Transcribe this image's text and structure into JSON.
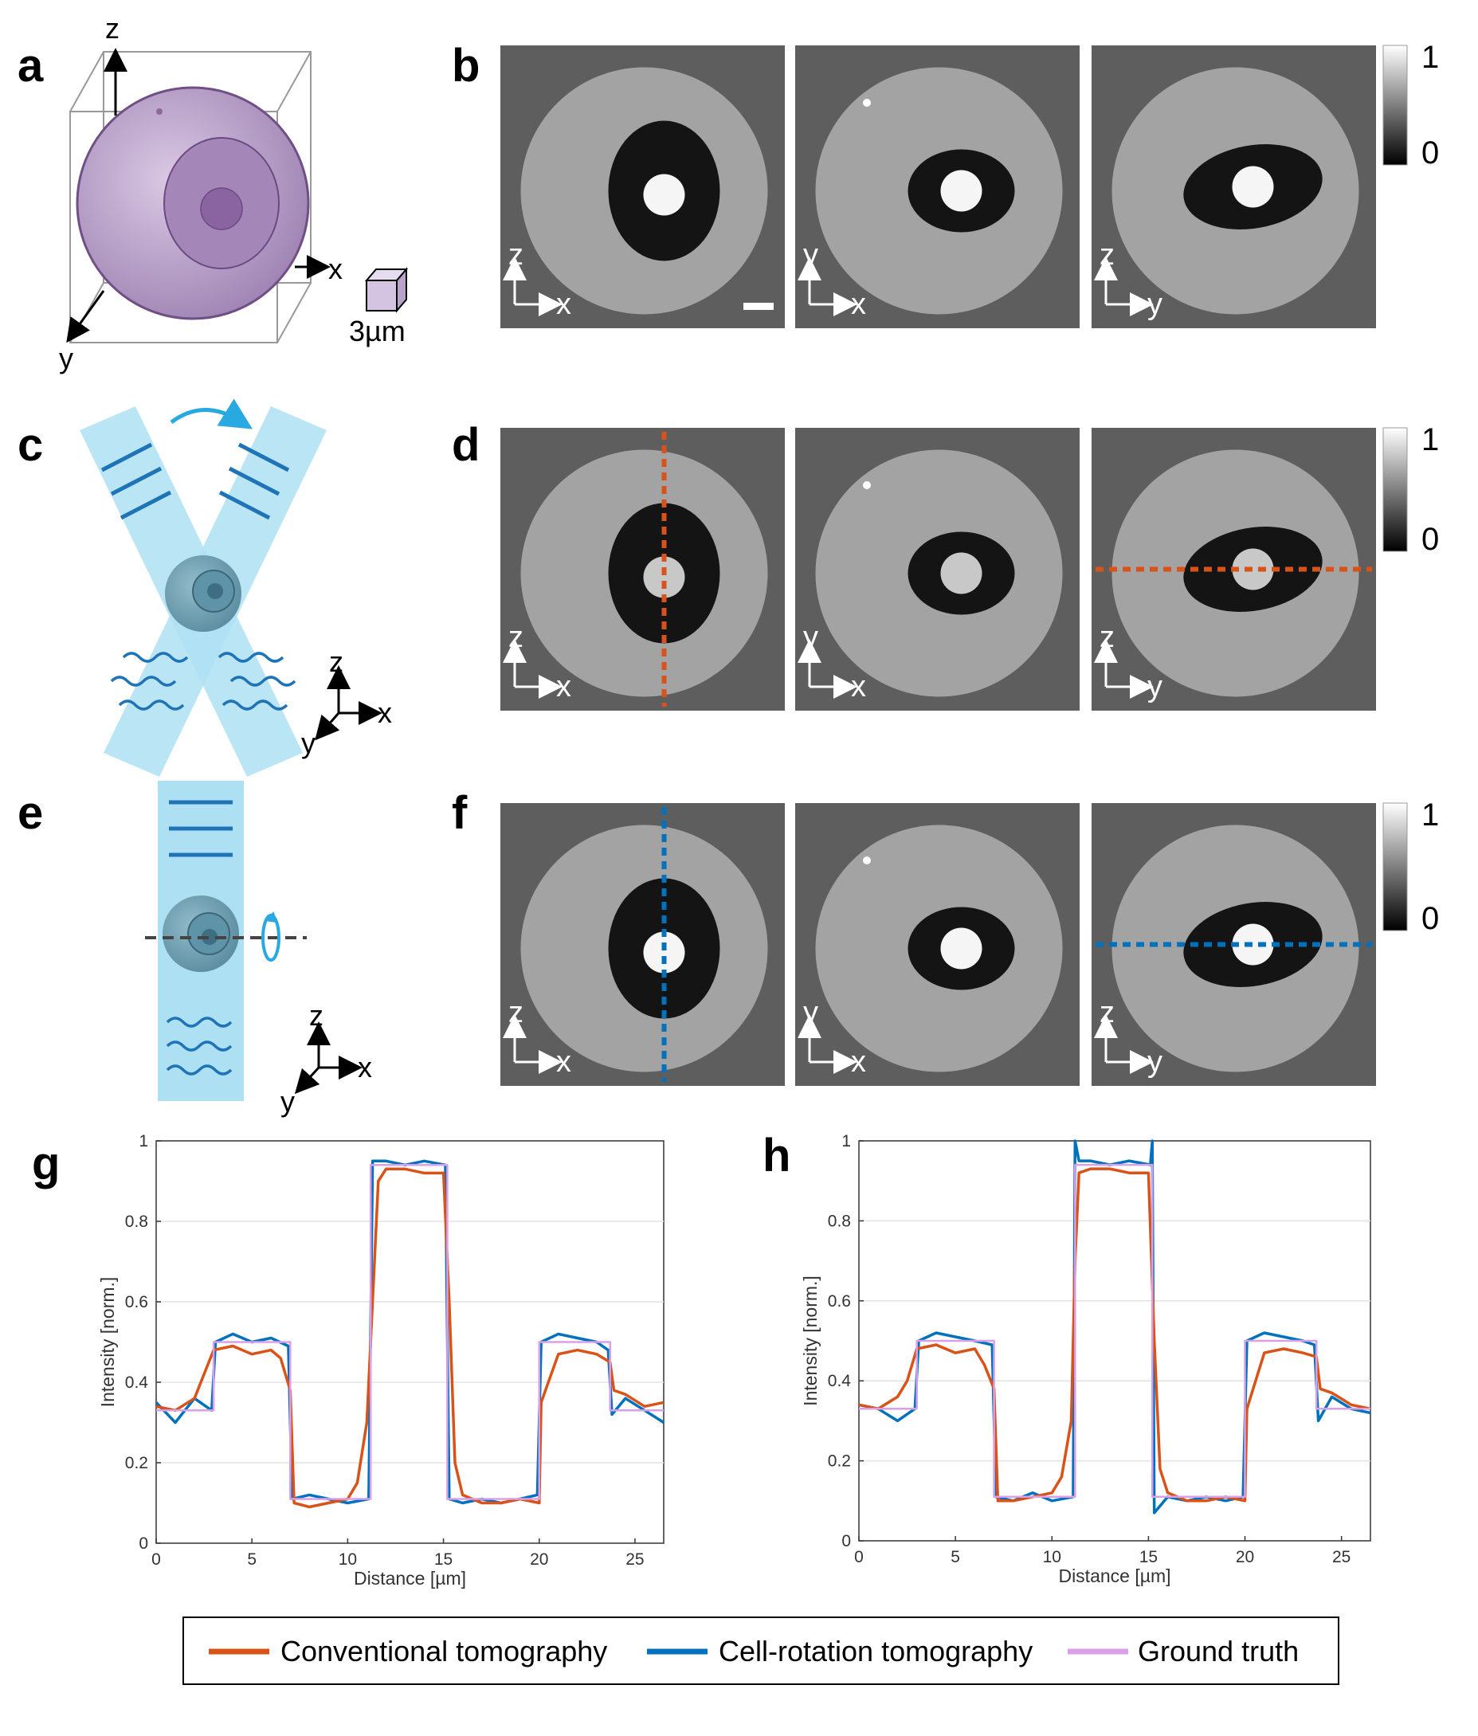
{
  "panels": {
    "a": {
      "label": "a",
      "axes": [
        "z",
        "x",
        "y"
      ],
      "scale": "3µm"
    },
    "b": {
      "label": "b",
      "views": [
        [
          "z",
          "x"
        ],
        [
          "y",
          "x"
        ],
        [
          "z",
          "y"
        ]
      ],
      "colorbar": [
        "1",
        "0"
      ]
    },
    "c": {
      "label": "c",
      "axes": [
        "z",
        "x",
        "y"
      ]
    },
    "d": {
      "label": "d",
      "views": [
        [
          "z",
          "x"
        ],
        [
          "y",
          "x"
        ],
        [
          "z",
          "y"
        ]
      ],
      "colorbar": [
        "1",
        "0"
      ]
    },
    "e": {
      "label": "e",
      "axes": [
        "z",
        "x",
        "y"
      ]
    },
    "f": {
      "label": "f",
      "views": [
        [
          "z",
          "x"
        ],
        [
          "y",
          "x"
        ],
        [
          "z",
          "y"
        ]
      ],
      "colorbar": [
        "1",
        "0"
      ]
    },
    "g": {
      "label": "g"
    },
    "h": {
      "label": "h"
    }
  },
  "colors": {
    "conventional": "#d95319",
    "cell_rotation": "#0072bd",
    "ground_truth": "#d9a0e8",
    "beam": "#aee0f3",
    "arrow": "#29a9e1"
  },
  "legend": {
    "conventional": "Conventional tomography",
    "cell_rotation": "Cell-rotation tomography",
    "ground_truth": "Ground truth"
  },
  "chart_data": [
    {
      "type": "line",
      "panel": "g",
      "xlabel": "Distance [µm]",
      "ylabel": "Intensity [norm.]",
      "xlim": [
        0,
        26.5
      ],
      "ylim": [
        0,
        1
      ],
      "xticks": [
        "0",
        "5",
        "10",
        "15",
        "20",
        "25"
      ],
      "yticks": [
        "0",
        "0.2",
        "0.4",
        "0.6",
        "0.8",
        "1"
      ],
      "grid": "horizontal",
      "series": [
        {
          "name": "Ground truth",
          "x": [
            0,
            3,
            3,
            7,
            7,
            11.2,
            11.2,
            15.2,
            15.2,
            20,
            20,
            23.7,
            23.7,
            26.5
          ],
          "y": [
            0.33,
            0.33,
            0.5,
            0.5,
            0.11,
            0.11,
            0.94,
            0.94,
            0.11,
            0.11,
            0.5,
            0.5,
            0.33,
            0.33
          ]
        },
        {
          "name": "Cell-rotation tomography",
          "x": [
            0,
            1,
            2,
            2.9,
            3.1,
            4,
            5,
            6,
            6.9,
            7.1,
            8,
            9,
            10,
            11.1,
            11.3,
            12,
            13,
            14,
            15.1,
            15.3,
            16,
            17,
            18,
            19,
            19.9,
            20.1,
            21,
            22,
            23,
            23.6,
            23.8,
            24.5,
            25.5,
            26.5
          ],
          "y": [
            0.35,
            0.3,
            0.36,
            0.33,
            0.5,
            0.52,
            0.5,
            0.51,
            0.49,
            0.11,
            0.12,
            0.11,
            0.1,
            0.11,
            0.95,
            0.95,
            0.94,
            0.95,
            0.94,
            0.11,
            0.1,
            0.11,
            0.1,
            0.11,
            0.12,
            0.5,
            0.52,
            0.51,
            0.5,
            0.48,
            0.32,
            0.36,
            0.33,
            0.3
          ]
        },
        {
          "name": "Conventional tomography",
          "x": [
            0,
            1,
            2,
            2.5,
            3,
            4,
            5,
            6,
            6.5,
            7,
            7.2,
            8,
            9,
            10,
            10.5,
            11,
            11.3,
            11.6,
            12,
            13,
            14,
            15,
            15.3,
            15.6,
            16,
            17,
            18,
            19,
            20,
            20.1,
            21,
            22,
            23,
            23.7,
            23.9,
            24.5,
            25.5,
            26.5
          ],
          "y": [
            0.34,
            0.33,
            0.36,
            0.42,
            0.48,
            0.49,
            0.47,
            0.48,
            0.46,
            0.38,
            0.1,
            0.09,
            0.1,
            0.11,
            0.15,
            0.3,
            0.6,
            0.9,
            0.93,
            0.93,
            0.92,
            0.92,
            0.6,
            0.2,
            0.12,
            0.1,
            0.1,
            0.11,
            0.1,
            0.35,
            0.47,
            0.48,
            0.47,
            0.45,
            0.38,
            0.37,
            0.34,
            0.35
          ]
        }
      ]
    },
    {
      "type": "line",
      "panel": "h",
      "xlabel": "Distance [µm]",
      "ylabel": "Intensity [norm.]",
      "xlim": [
        0,
        26.5
      ],
      "ylim": [
        0,
        1
      ],
      "xticks": [
        "0",
        "5",
        "10",
        "15",
        "20",
        "25"
      ],
      "yticks": [
        "0",
        "0.2",
        "0.4",
        "0.6",
        "0.8",
        "1"
      ],
      "grid": "horizontal",
      "series": [
        {
          "name": "Ground truth",
          "x": [
            0,
            3,
            3,
            7,
            7,
            11.2,
            11.2,
            15.2,
            15.2,
            20,
            20,
            23.7,
            23.7,
            26.5
          ],
          "y": [
            0.33,
            0.33,
            0.5,
            0.5,
            0.11,
            0.11,
            0.94,
            0.94,
            0.11,
            0.11,
            0.5,
            0.5,
            0.33,
            0.33
          ]
        },
        {
          "name": "Cell-rotation tomography",
          "x": [
            0,
            1,
            2,
            2.9,
            3.1,
            4,
            5,
            6,
            6.9,
            7.1,
            8,
            9,
            10,
            11.1,
            11.2,
            11.4,
            12,
            13,
            14,
            15.1,
            15.2,
            15.3,
            16,
            17,
            18,
            19,
            19.9,
            20.1,
            21,
            22,
            23,
            23.6,
            23.8,
            24.5,
            25.5,
            26.5
          ],
          "y": [
            0.34,
            0.33,
            0.3,
            0.33,
            0.5,
            0.52,
            0.51,
            0.5,
            0.49,
            0.11,
            0.1,
            0.12,
            0.1,
            0.11,
            1.0,
            0.95,
            0.95,
            0.94,
            0.95,
            0.94,
            1.0,
            0.07,
            0.11,
            0.1,
            0.11,
            0.1,
            0.11,
            0.5,
            0.52,
            0.51,
            0.5,
            0.49,
            0.3,
            0.36,
            0.33,
            0.32
          ]
        },
        {
          "name": "Conventional tomography",
          "x": [
            0,
            1,
            2,
            2.5,
            3,
            4,
            5,
            6,
            6.5,
            7,
            7.2,
            8,
            9,
            10,
            10.5,
            11,
            11.2,
            11.4,
            12,
            13,
            14,
            15,
            15.3,
            15.6,
            16,
            17,
            18,
            19,
            20,
            20.1,
            21,
            22,
            23,
            23.7,
            23.9,
            24.5,
            25.5,
            26.5
          ],
          "y": [
            0.34,
            0.33,
            0.36,
            0.4,
            0.48,
            0.49,
            0.47,
            0.48,
            0.44,
            0.38,
            0.1,
            0.1,
            0.11,
            0.12,
            0.16,
            0.3,
            0.7,
            0.92,
            0.93,
            0.93,
            0.92,
            0.92,
            0.5,
            0.18,
            0.12,
            0.1,
            0.1,
            0.11,
            0.1,
            0.33,
            0.47,
            0.48,
            0.47,
            0.46,
            0.38,
            0.37,
            0.34,
            0.33
          ]
        }
      ]
    }
  ]
}
